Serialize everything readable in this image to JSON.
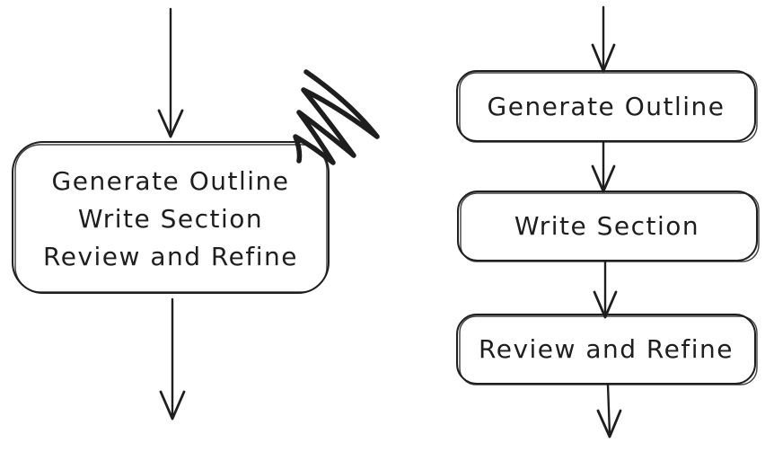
{
  "diagram": {
    "background_color": "#ffffff",
    "ink_color": "#1e1e1e",
    "style": "hand-drawn flowchart",
    "left_flow": {
      "description": "single combined process node with incoming and outgoing arrows, marked with a scratch-out scribble",
      "node_lines": [
        "Generate Outline",
        "Write Section",
        "Review and Refine"
      ],
      "annotation_icon": "scratch-out-scribble"
    },
    "right_flow": {
      "description": "three sequential process nodes connected by downward arrows",
      "nodes": [
        "Generate Outline",
        "Write Section",
        "Review and Refine"
      ]
    }
  }
}
